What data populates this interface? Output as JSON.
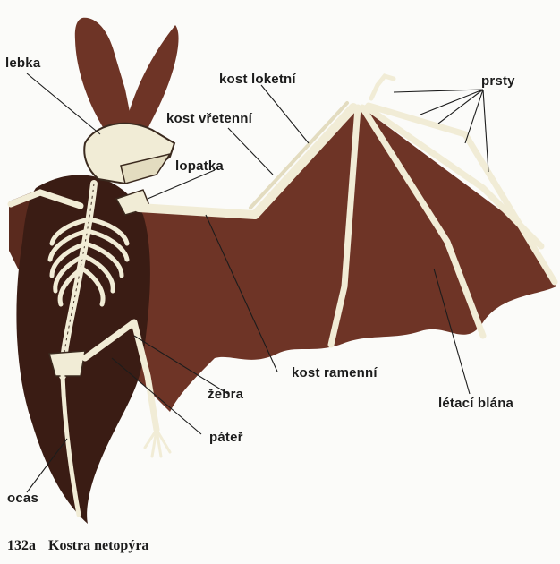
{
  "labels": {
    "lebka": "lebka",
    "kost_loketni": "kost loketní",
    "prsty": "prsty",
    "kost_vretenni": "kost vřetenní",
    "lopatka": "lopatka",
    "kost_ramenni": "kost ramenní",
    "letaci_blana": "létací blána",
    "zebra": "žebra",
    "pater": "páteř",
    "ocas": "ocas"
  },
  "caption": {
    "number": "132a",
    "title": "Kostra netopýra"
  },
  "colors": {
    "membrane": "#6e3426",
    "membrane_dark": "#5a2a1e",
    "body": "#3a1c14",
    "bone": "#f1ecd6",
    "bone_outline": "#3b2a1f",
    "background": "#fbfbf9"
  }
}
